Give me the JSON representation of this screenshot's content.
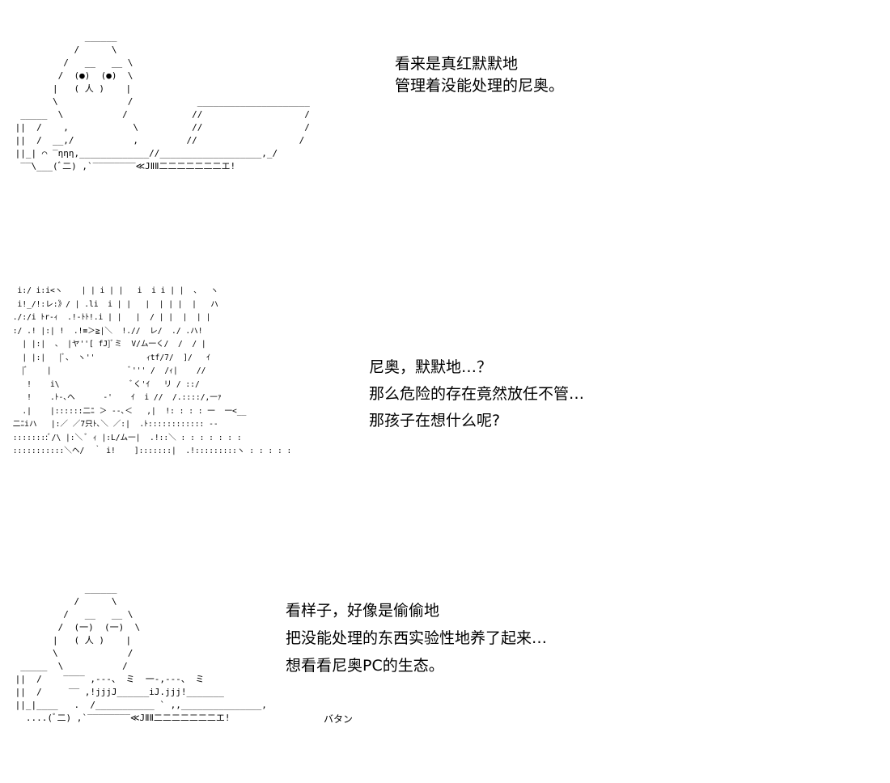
{
  "panels": [
    {
      "art": "              ______\n            /      \\\n          /   __   __ \\\n         /  (●)  (●)  \\\n        |   ( 人 )    |\n        \\             /            _____________________\n  _____  \\           /            //                   /\n ||  /    ,            \\          //                   /\n ||  /  __,/           ,         //                   /\n ||_| ⌒ ‾ηηη,_____________//___________________,_/\n  ‾‾\\___(ﾞ二) ,`‾‾‾‾‾‾‾‾≪JⅡⅡ二二二二二二二エ!",
      "dialog": [
        "看来是真红默默地",
        "管理着没能处理的尼奥。"
      ]
    },
    {
      "art": "  i:/ i:i<ヽ    | | i | |   i  i i | |  、  ヽ\n  i!_/!:レ:》/ | .li  i | |   |  | | |  |   ハ\n ./:/i ﾄr‐ｨ  .!‐ﾄﾄ!.i | |   |  / | |  |  | |\n :/ .! |:| !  .!≡＞≧|＼  !.//  レ/  ./ .ハ!\n   | |:|  、 |ヤ''[ fJ]ﾞミ  V/ム一く/  /  / |\n   | |:|   |ﾞ、 ヽ''           ｨtf/7/  ]/   ｲ\n   |ﾞ    |                 ﾞ''' /  /ｨ|    //\n    !    i\\               ﾞく'ｲ   リ / ::/\n    !    .ﾄ-､へ      ‐'    ｲ  i //  /.::::/,一ｧ\n   .|    |::::::二ﾆ ＞ ‐-､＜   ,|  !: : : : 一  一<__\n 二ﾆiハ   |:／ ／7只ﾄ､＼ ／:|  .ﾄ:::::::::::: ‐‐\n ::::::::ﾞ/\\ |:＼ ﾞ ｨ |:L/ム一|  .!::＼ : : : : : : :\n :::::::::::＼ヘ/  ｀ i!    ]:::::::|  .!:::::::::ヽ : : : : :",
      "dialog": [
        "尼奥，默默地…？",
        "那么危险的存在竟然放任不管…",
        "那孩子在想什么呢?"
      ]
    },
    {
      "art": "              ______\n            /      \\\n          /   __   __ \\\n         /  (一)  (一)  \\\n        |   ( 人 )    |\n        \\             /\n  _____  \\           /\n ||  /    ‾‾‾‾ ,‐‐‐、 ミ  一‐,‐‐‐、 ミ\n ||  /     ‾‾ ,!jjjJ______iJ.jjj!_______\n ||_|____   .  /___________ ` ,,_______________,\n   ....(ﾞ二) ,`‾‾‾‾‾‾‾‾≪JⅡⅡ二二二二二二二エ!",
      "dialog": [
        "看样子，好像是偷偷地",
        "把没能处理的东西实验性地养了起来…",
        "想看看尼奥PC的生态。"
      ],
      "sfx": "バタン"
    }
  ]
}
